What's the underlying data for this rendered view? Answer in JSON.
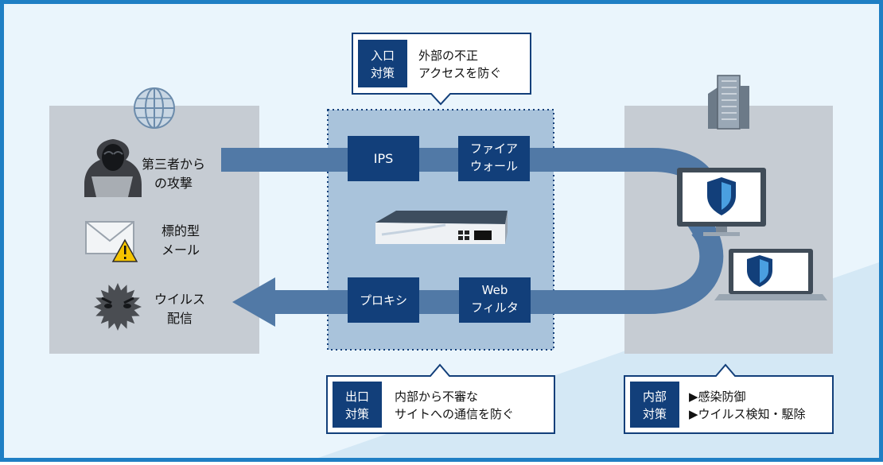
{
  "colors": {
    "frame": "#1f7fc4",
    "background": "#e3f1fa",
    "panel_gray": "#c6ccd3",
    "panel_blue": "#a9c3db",
    "navy": "#123f7a",
    "flow": "#5179a6",
    "text": "#111111"
  },
  "callouts": {
    "entrance": {
      "tag": [
        "入口",
        "対策"
      ],
      "text": [
        "外部の不正",
        "アクセスを防ぐ"
      ]
    },
    "exit": {
      "tag": [
        "出口",
        "対策"
      ],
      "text": [
        "内部から不審な",
        "サイトへの通信を防ぐ"
      ]
    },
    "internal": {
      "tag": [
        "内部",
        "対策"
      ],
      "text": [
        "▶感染防御",
        "▶ウイルス検知・駆除"
      ]
    }
  },
  "threats": [
    {
      "icon": "hacker-icon",
      "label": [
        "第三者から",
        "の攻撃"
      ]
    },
    {
      "icon": "mail-warning-icon",
      "label": [
        "標的型",
        "メール"
      ]
    },
    {
      "icon": "virus-icon",
      "label": [
        "ウイルス",
        "配信"
      ]
    }
  ],
  "defenses": {
    "ips": [
      "IPS"
    ],
    "firewall": [
      "ファイア",
      "ウォール"
    ],
    "proxy": [
      "プロキシ"
    ],
    "web_filter": [
      "Web",
      "フィルタ"
    ]
  },
  "icons": {
    "globe": "globe-icon",
    "building": "building-icon",
    "appliance": "network-appliance-icon",
    "monitor": "monitor-shield-icon",
    "laptop": "laptop-shield-icon"
  }
}
